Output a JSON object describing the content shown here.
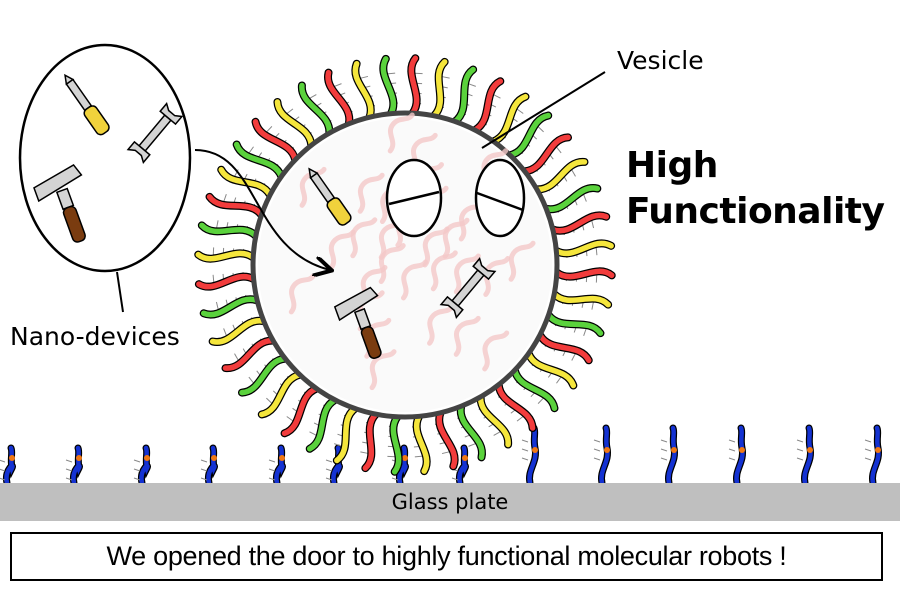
{
  "labels": {
    "vesicle": "Vesicle",
    "nano_devices": "Nano-devices",
    "headline_line1": "High",
    "headline_line2": "Functionality",
    "glass_plate": "Glass plate",
    "banner": "We opened the door to highly functional molecular robots !"
  },
  "devices": [
    "screwdriver",
    "wrench",
    "hammer"
  ],
  "colors": {
    "strand_red": "#f23c3c",
    "strand_yellow": "#f5e63c",
    "strand_green": "#5ad23c",
    "anchor_blue": "#1432d2",
    "anchor_orange": "#f07814",
    "glass": "#bfbfbf",
    "screwdriver_handle": "#f0d23c",
    "hammer_handle": "#7a3c10",
    "tool_metal": "#d4d4d4"
  }
}
